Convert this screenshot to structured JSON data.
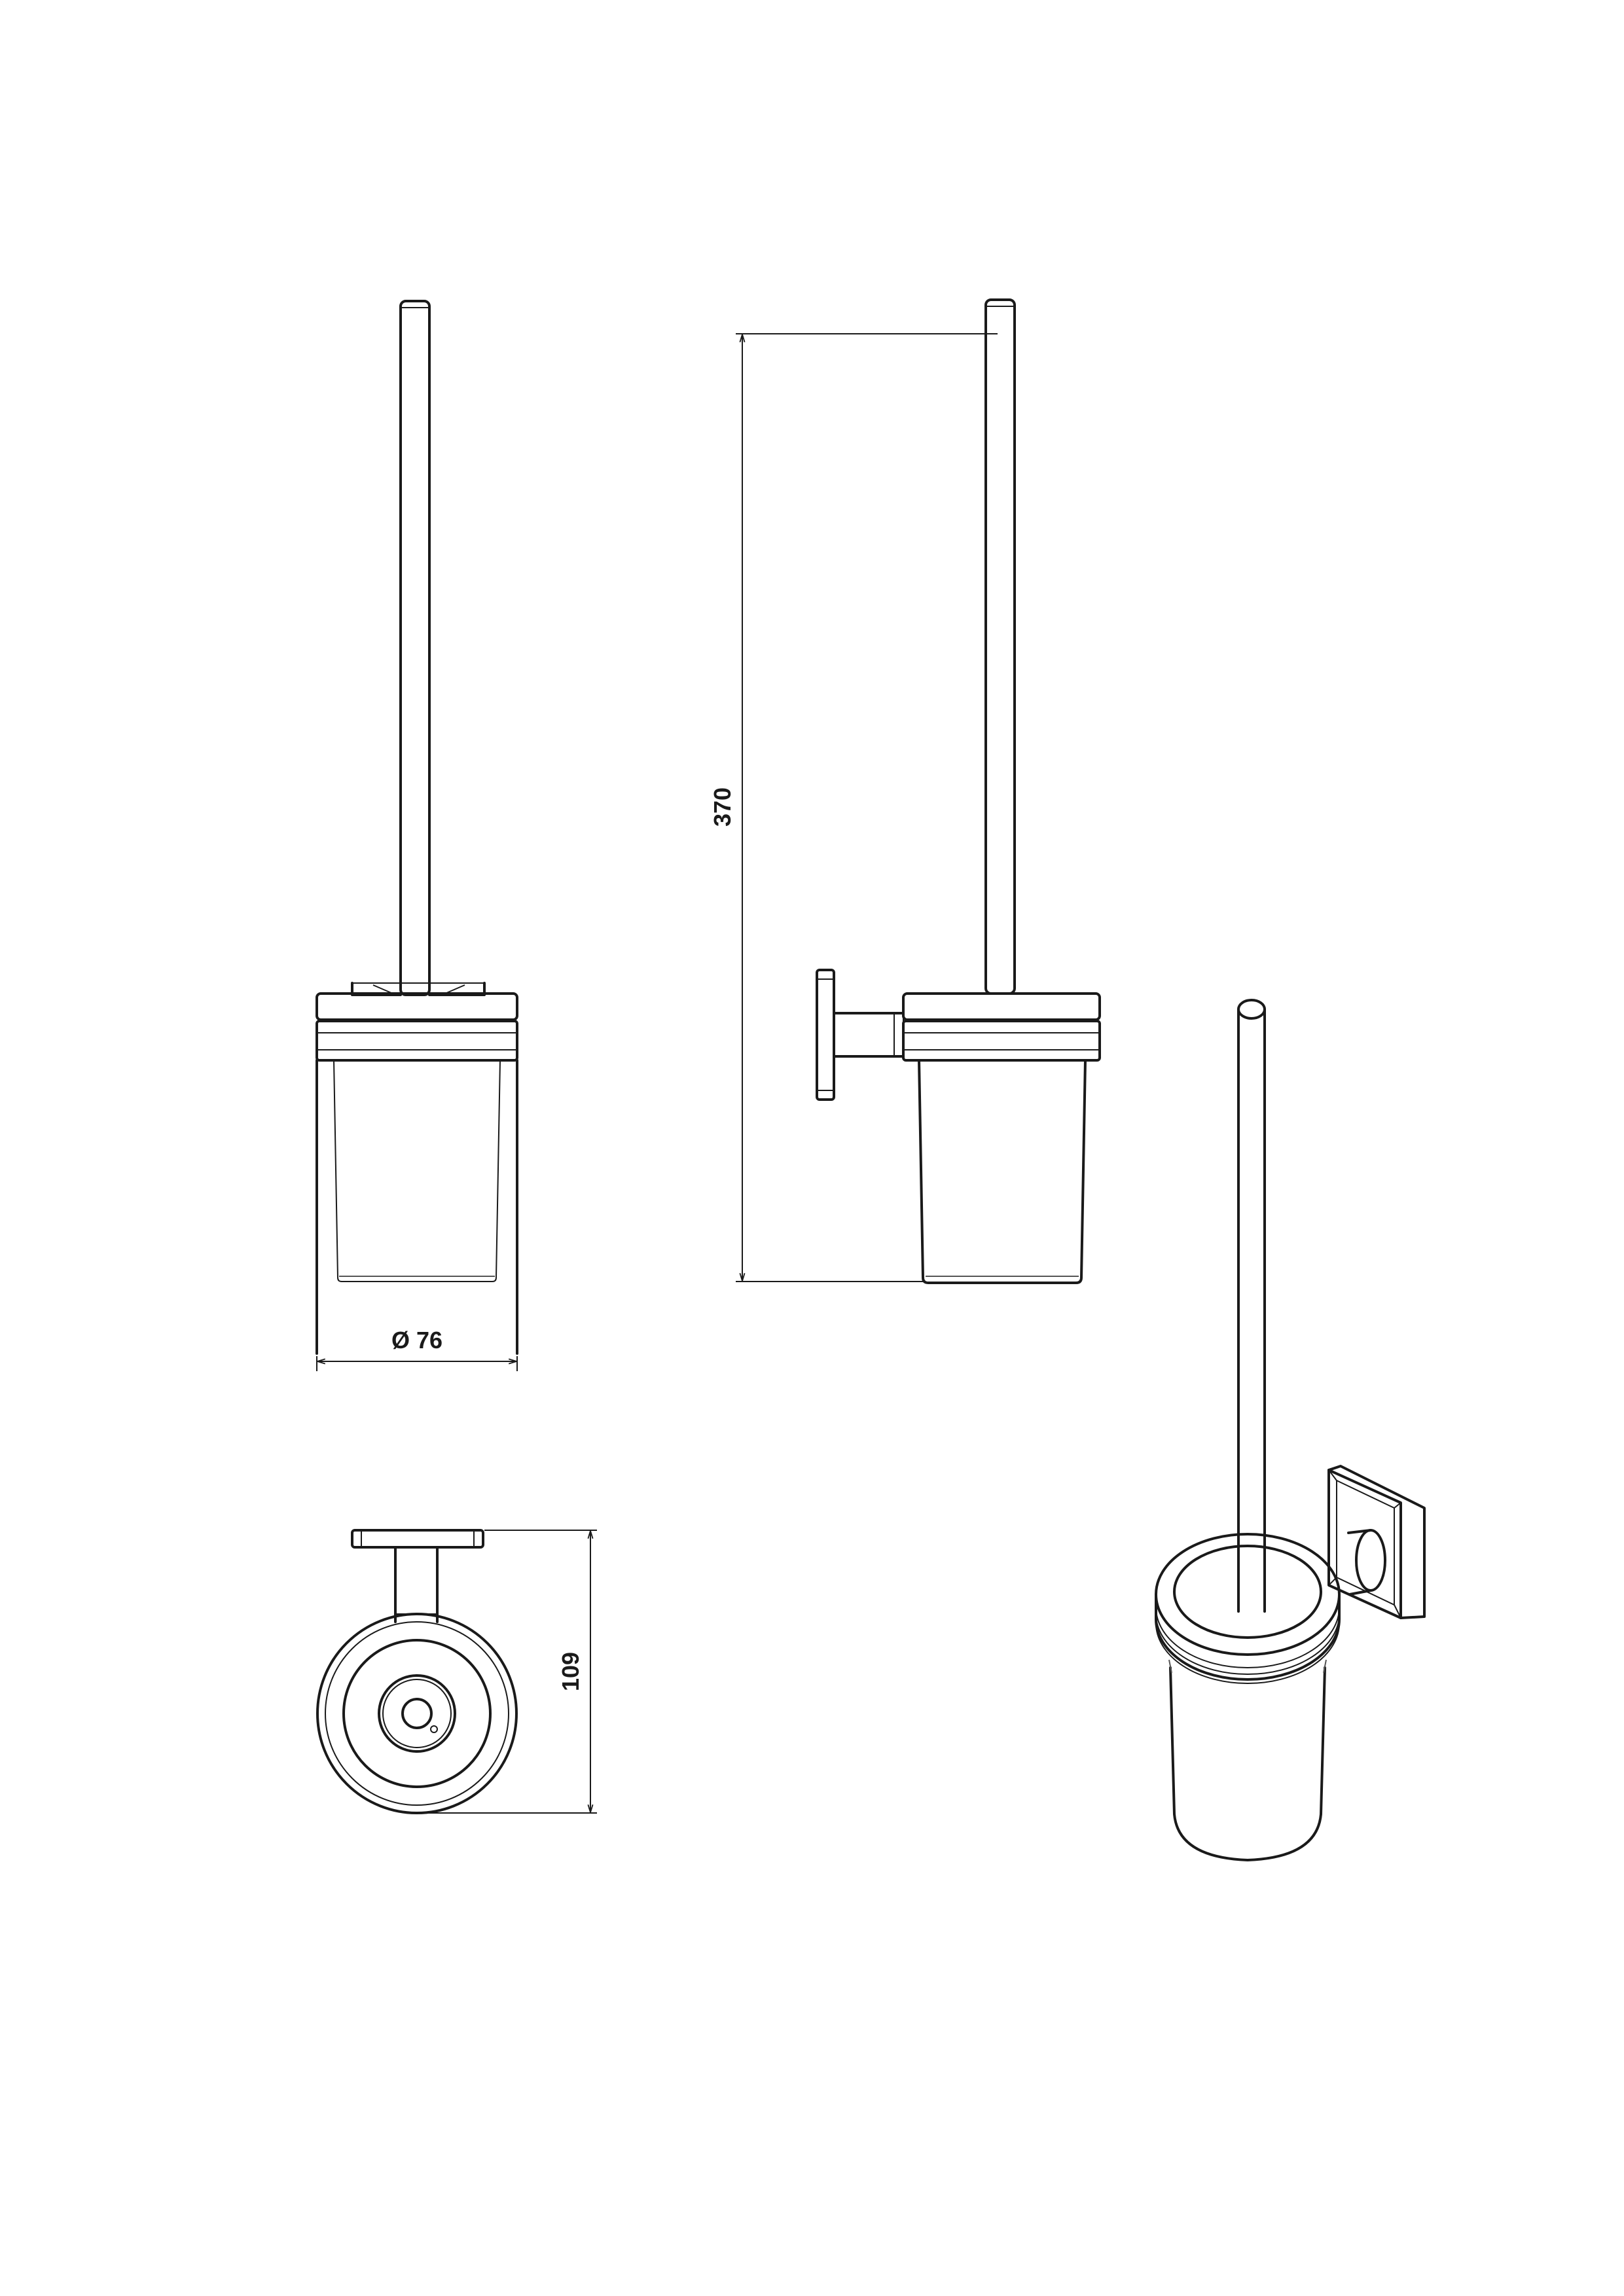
{
  "drawing": {
    "dimensions": {
      "diameter": "Ø 76",
      "height": "370",
      "depth": "109"
    }
  },
  "colors": {
    "line": "#1a1a1a",
    "background": "#ffffff"
  }
}
